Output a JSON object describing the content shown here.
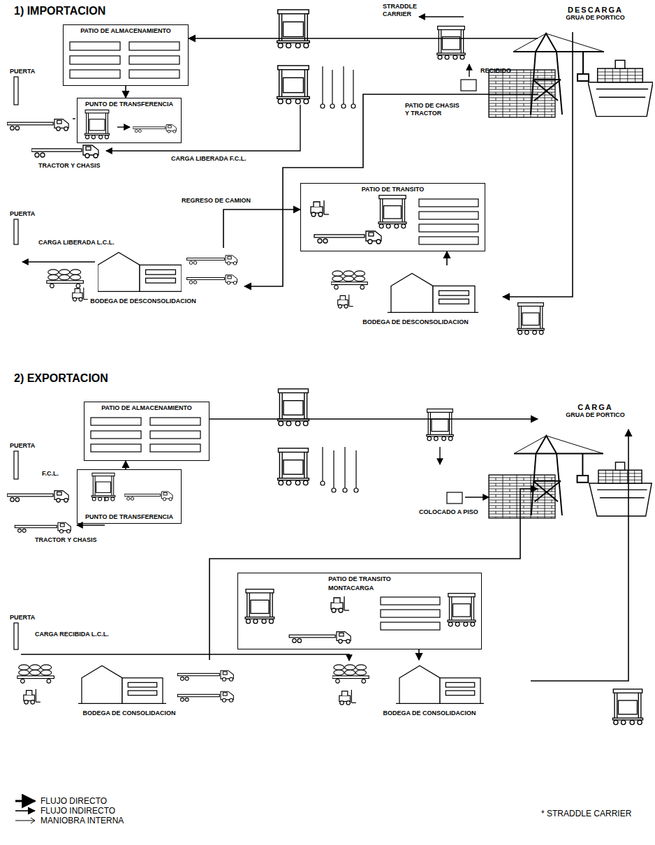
{
  "diagram": {
    "nodes": [
      {
        "text": [
          "PATIO DE ALMACENAMIENTO"
        ]
      },
      {
        "text": [
          "PUNTO DE TRANSFERENCIA"
        ]
      },
      {
        "text": [
          "DESCARGA",
          "GRUA DE PORTICO"
        ]
      },
      {
        "text": [
          "PATIO DE TRANSITO"
        ]
      },
      {
        "text": [
          "BODEGA DE DESCONSOLIDACION"
        ]
      },
      {
        "text": [
          "BODEGA DE DESCONSOLIDACION"
        ]
      },
      {
        "text": [
          "PATIO DE ALMACENAMIENTO"
        ]
      },
      {
        "text": [
          "PUNTO DE TRANSFERENCIA"
        ]
      },
      {
        "text": [
          "CARGA",
          "GRUA DE PORTICO"
        ]
      },
      {
        "text": [
          "PATIO DE TRANSITO",
          "MONTACARGA"
        ]
      },
      {
        "text": [
          "BODEGA DE CONSOLIDACION"
        ]
      },
      {
        "text": [
          "BODEGA DE CONSOLIDACION"
        ]
      }
    ],
    "edges": [
      {
        "from": 2,
        "to": 0,
        "arrow": "to"
      },
      {
        "from": 0,
        "to": 1,
        "arrow": "to"
      },
      {
        "from": 2,
        "to": 5,
        "arrow": "to"
      },
      {
        "from": 2,
        "to": 4,
        "arrow": "to"
      },
      {
        "from": 4,
        "to": 3,
        "label": "REGRESO DE CAMION",
        "arrow": "to"
      },
      {
        "from": 5,
        "to": 3,
        "arrow": "to"
      },
      {
        "from": 7,
        "to": 6,
        "arrow": "to"
      },
      {
        "from": 6,
        "to": 8,
        "arrow": "to"
      },
      {
        "from": 10,
        "to": 8,
        "arrow": "to"
      },
      {
        "from": 11,
        "to": 8,
        "arrow": "to"
      },
      {
        "from": 9,
        "to": 11,
        "arrow": "to"
      }
    ],
    "labels": [
      "1) IMPORTACION",
      "STRADDLE CARRIER",
      "RECIBIDO",
      "PATIO DE CHASIS Y TRACTOR",
      "PUERTA",
      "TRACTOR Y CHASIS",
      "CARGA LIBERADA F.C.L.",
      "PUERTA",
      "CARGA LIBERADA L.C.L.",
      "2) EXPORTACION",
      "PUERTA",
      "F.C.L.",
      "TRACTOR Y CHASIS",
      "COLOCADO A PISO",
      "PUERTA",
      "CARGA RECIBIDA L.C.L.",
      "* STRADDLE CARRIER"
    ],
    "legend": [
      {
        "text": "FLUJO DIRECTO"
      },
      {
        "text": "FLUJO INDIRECTO"
      },
      {
        "text": "MANIOBRA INTERNA"
      }
    ]
  }
}
